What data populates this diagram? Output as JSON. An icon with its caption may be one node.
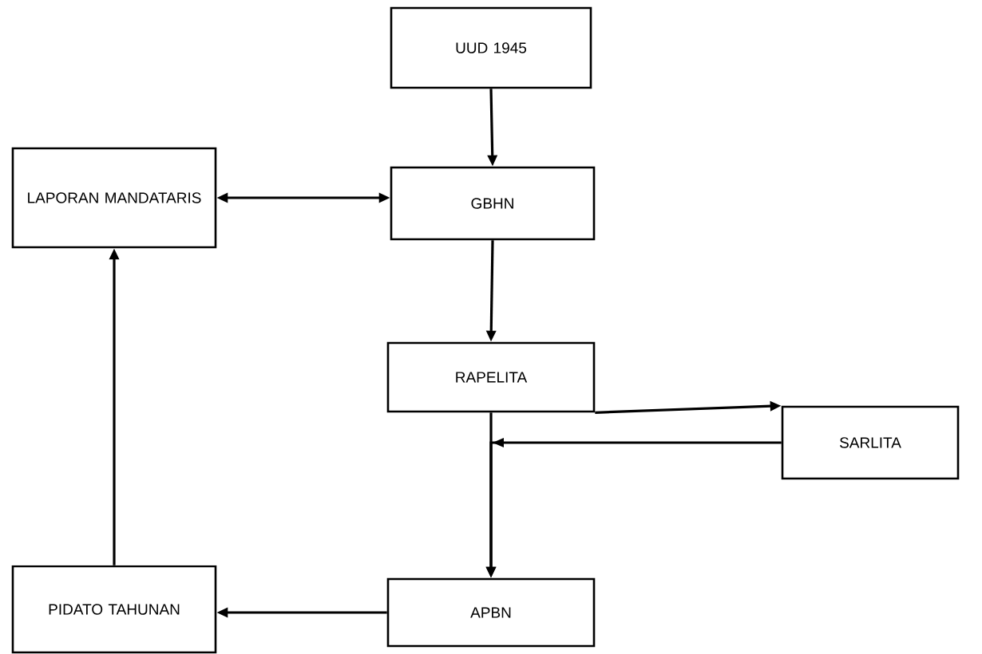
{
  "diagram": {
    "nodes": [
      {
        "text": [
          "UUD 1945"
        ]
      },
      {
        "text": [
          "LAPORAN MANDATARIS"
        ]
      },
      {
        "text": [
          "GBHN"
        ]
      },
      {
        "text": [
          "RAPELITA"
        ]
      },
      {
        "text": [
          "SARLITA"
        ]
      },
      {
        "text": [
          "APBN"
        ]
      },
      {
        "text": [
          "PIDATO TAHUNAN"
        ]
      }
    ],
    "edges": [
      {
        "from": 0,
        "to": 2,
        "arrow": "to"
      },
      {
        "from": 1,
        "to": 2,
        "arrow": "both"
      },
      {
        "from": 2,
        "to": 3,
        "arrow": "to"
      },
      {
        "from": 3,
        "to": 4,
        "arrow": "to"
      },
      {
        "from": 3,
        "to": 5,
        "arrow": "to"
      },
      {
        "from": 4,
        "to": 5,
        "arrow": "to"
      },
      {
        "from": 5,
        "to": 6,
        "arrow": "to"
      },
      {
        "from": 6,
        "to": 1,
        "arrow": "to"
      }
    ]
  }
}
